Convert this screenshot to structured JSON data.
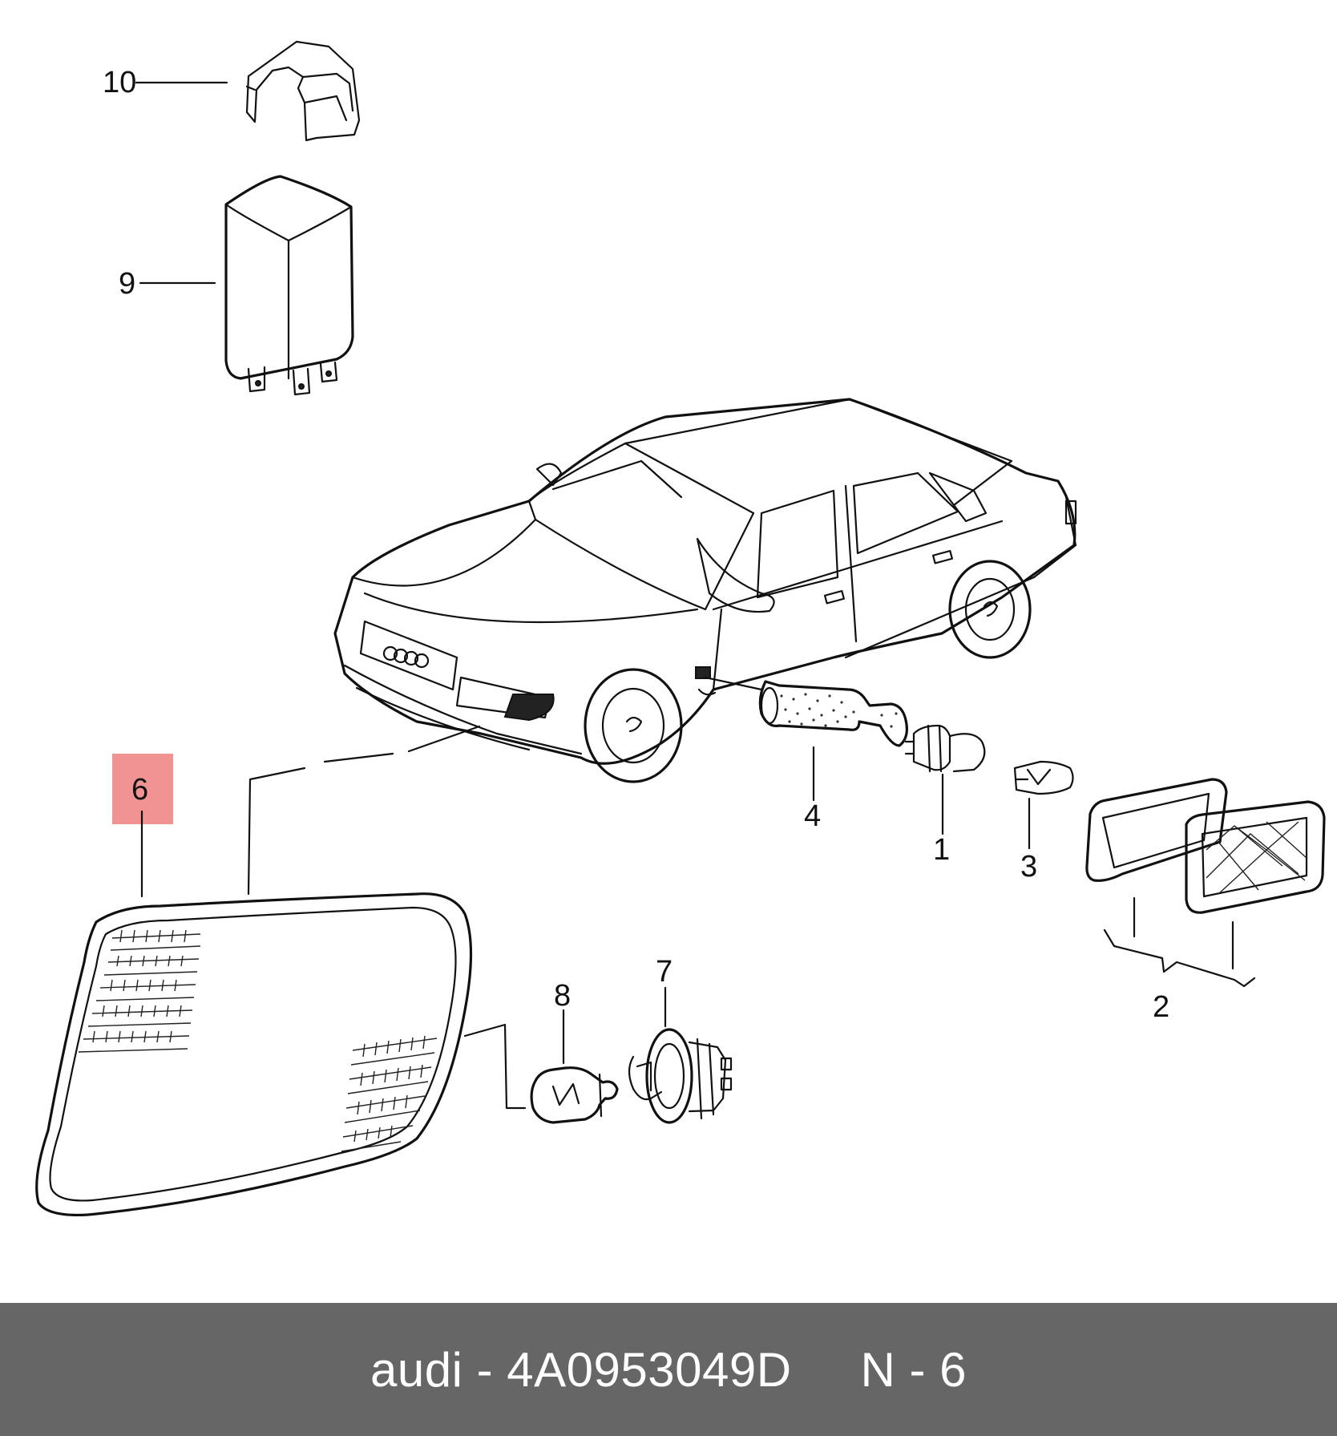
{
  "diagram": {
    "callouts": {
      "p1": "1",
      "p2": "2",
      "p3": "3",
      "p4": "4",
      "p6": "6",
      "p7": "7",
      "p8": "8",
      "p9": "9",
      "p10": "10"
    },
    "highlight_color": "#f08080"
  },
  "caption": {
    "brand": "audi",
    "separator": " - ",
    "part_number": "4A0953049D",
    "position_label": "N - 6"
  }
}
